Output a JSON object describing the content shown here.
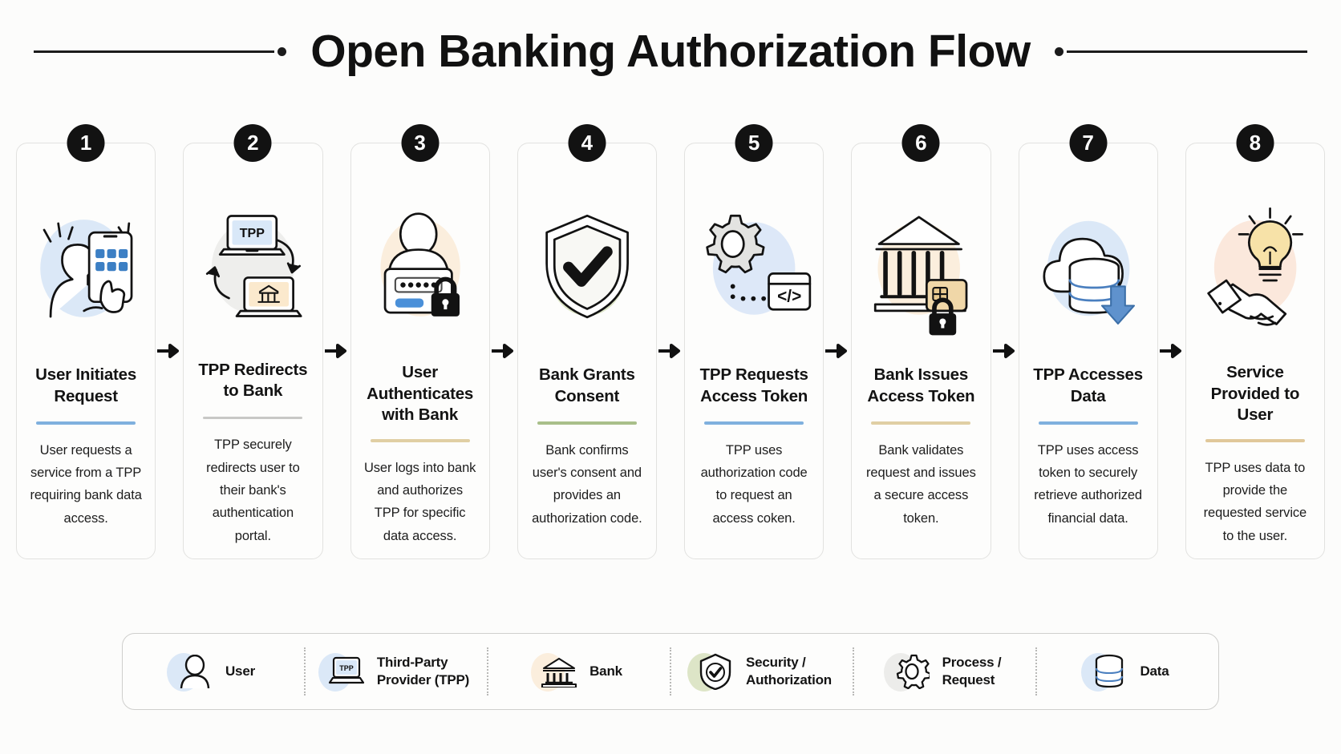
{
  "header": {
    "title": "Open Banking Authorization Flow"
  },
  "steps": [
    {
      "number": "1",
      "title": "User Initiates Request",
      "description": "User requests a service from a TPP requiring bank data access.",
      "divider_color": "#7fb0de",
      "blob_color": "#dbe8f7",
      "icon": "user-tablet-icon"
    },
    {
      "number": "2",
      "title": "TPP Redirects to Bank",
      "description": "TPP securely redirects user to their bank's authentication portal.",
      "divider_color": "#c8c8c6",
      "blob_color": "#eeeeec",
      "icon": "tpp-redirect-laptops-icon"
    },
    {
      "number": "3",
      "title": "User Authenticates with Bank",
      "description": "User logs into bank and authorizes TPP for specific data access.",
      "divider_color": "#e0cfa4",
      "blob_color": "#fbeedd",
      "icon": "login-lock-icon"
    },
    {
      "number": "4",
      "title": "Bank Grants Consent",
      "description": "Bank confirms user's consent and provides an authorization code.",
      "divider_color": "#a9bf8a",
      "blob_color": "#dde5c7",
      "icon": "shield-check-icon"
    },
    {
      "number": "5",
      "title": "TPP Requests Access Token",
      "description": "TPP uses authorization code to request an access coken.",
      "divider_color": "#7fb0de",
      "blob_color": "#dde8f8",
      "icon": "gear-code-icon"
    },
    {
      "number": "6",
      "title": "Bank Issues Access Token",
      "description": "Bank validates request and issues a secure access token.",
      "divider_color": "#e0cfa4",
      "blob_color": "#fbeedd",
      "icon": "bank-chipcard-lock-icon"
    },
    {
      "number": "7",
      "title": "TPP Accesses Data",
      "description": "TPP uses access token to securely retrieve authorized financial data.",
      "divider_color": "#7fb0de",
      "blob_color": "#dbe8f7",
      "icon": "cloud-database-download-icon"
    },
    {
      "number": "8",
      "title": "Service Provided to User",
      "description": "TPP uses data to provide the requested service to the user.",
      "divider_color": "#e0c89a",
      "blob_color": "#fbe8dc",
      "icon": "lightbulb-handshake-icon"
    }
  ],
  "legend": [
    {
      "label": "User",
      "blob_color": "#dbe8f7",
      "icon": "user-icon"
    },
    {
      "label": "Third-Party\nProvider (TPP)",
      "blob_color": "#dbe8f7",
      "icon": "laptop-tpp-icon"
    },
    {
      "label": "Bank",
      "blob_color": "#fbeedd",
      "icon": "bank-icon"
    },
    {
      "label": "Security /\nAuthorization",
      "blob_color": "#dde5c7",
      "icon": "shield-check-icon"
    },
    {
      "label": "Process /\nRequest",
      "blob_color": "#ececea",
      "icon": "gear-icon"
    },
    {
      "label": "Data",
      "blob_color": "#dbe8f7",
      "icon": "database-icon"
    }
  ],
  "colors": {
    "badge_bg": "#121212",
    "page_bg": "#fcfcfb",
    "card_border": "#e2e2e0",
    "accent_blue": "#4a86c8",
    "accent_tan": "#e8c98e"
  }
}
